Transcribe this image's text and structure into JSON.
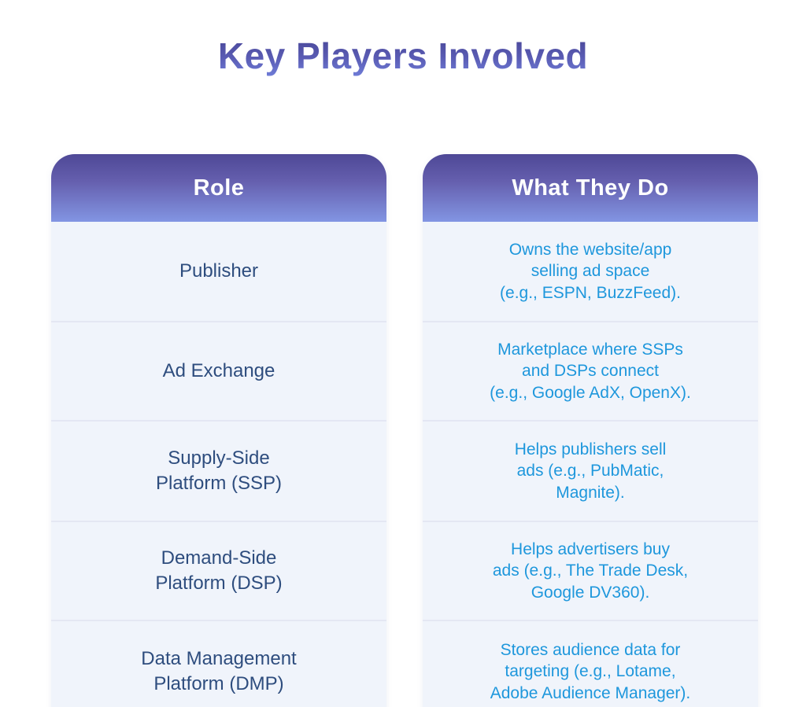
{
  "title": "Key Players Involved",
  "colors": {
    "title_gradient_top": "#474494",
    "title_gradient_bottom": "#707ed9",
    "header_gradient_top": "#4e4896",
    "header_gradient_bottom": "#8295e3",
    "header_text": "#ffffff",
    "row_background": "#f0f4fb",
    "row_separator": "#e4e7f3",
    "role_text": "#2e4d7e",
    "description_text": "#1e97dc",
    "page_background": "#ffffff"
  },
  "table": {
    "columns": [
      {
        "header": "Role"
      },
      {
        "header": "What They Do"
      }
    ],
    "rows": [
      {
        "role": "Publisher",
        "what": "Owns the website/app\nselling ad space\n(e.g., ESPN, BuzzFeed)."
      },
      {
        "role": "Ad Exchange",
        "what": "Marketplace where SSPs\nand DSPs connect\n(e.g., Google AdX, OpenX)."
      },
      {
        "role": "Supply-Side\nPlatform (SSP)",
        "what": "Helps publishers sell\nads (e.g., PubMatic,\nMagnite)."
      },
      {
        "role": "Demand-Side\nPlatform (DSP)",
        "what": "Helps advertisers buy\nads (e.g., The Trade Desk,\nGoogle DV360)."
      },
      {
        "role": "Data Management\nPlatform (DMP)",
        "what": "Stores audience data for\ntargeting (e.g., Lotame,\nAdobe Audience Manager)."
      }
    ]
  },
  "chart_data": {
    "type": "table",
    "title": "Key Players Involved",
    "columns": [
      "Role",
      "What They Do"
    ],
    "rows": [
      [
        "Publisher",
        "Owns the website/app selling ad space (e.g., ESPN, BuzzFeed)."
      ],
      [
        "Ad Exchange",
        "Marketplace where SSPs and DSPs connect (e.g., Google AdX, OpenX)."
      ],
      [
        "Supply-Side Platform (SSP)",
        "Helps publishers sell ads (e.g., PubMatic, Magnite)."
      ],
      [
        "Demand-Side Platform (DSP)",
        "Helps advertisers buy ads (e.g., The Trade Desk, Google DV360)."
      ],
      [
        "Data Management Platform (DMP)",
        "Stores audience data for targeting (e.g., Lotame, Adobe Audience Manager)."
      ]
    ],
    "legend_position": "none",
    "grid": false
  }
}
